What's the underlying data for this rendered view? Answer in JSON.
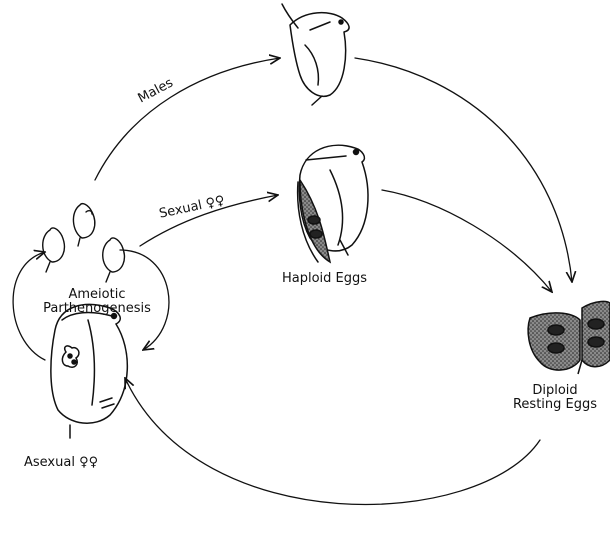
{
  "labels": {
    "males": "Males",
    "sexual_females": "Sexual ♀♀",
    "ameiotic_line1": "Ameiotic",
    "ameiotic_line2": "Parthenogenesis",
    "haploid_eggs": "Haploid Eggs",
    "diploid_line1": "Diploid",
    "diploid_line2": "Resting Eggs",
    "asexual_females": "Asexual ♀♀"
  },
  "colors": {
    "ink": "#111111",
    "egg_fill": "#4a4a4a",
    "background": "#ffffff"
  }
}
